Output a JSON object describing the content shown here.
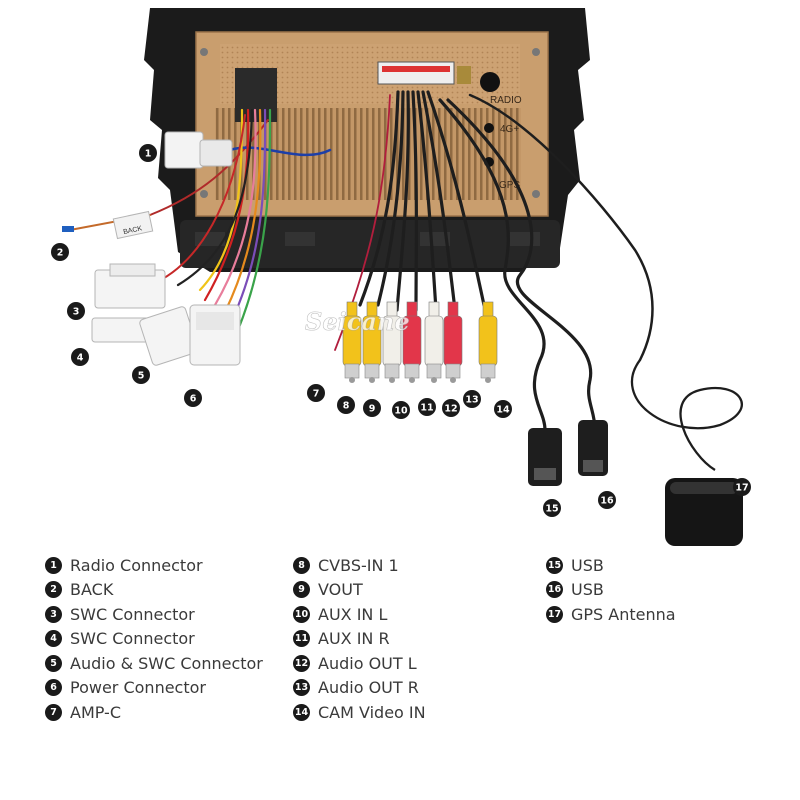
{
  "watermark": "Seicane",
  "unit_labels": {
    "radio": "RADIO",
    "fourg": "4G+",
    "gps": "GPS",
    "back_tag": "BACK"
  },
  "callouts": [
    {
      "num": "1",
      "label": "Radio Connector"
    },
    {
      "num": "2",
      "label": "BACK"
    },
    {
      "num": "3",
      "label": "SWC Connector"
    },
    {
      "num": "4",
      "label": "SWC Connector"
    },
    {
      "num": "5",
      "label": "Audio & SWC Connector"
    },
    {
      "num": "6",
      "label": "Power Connector"
    },
    {
      "num": "7",
      "label": "AMP-C"
    },
    {
      "num": "8",
      "label": "CVBS-IN 1"
    },
    {
      "num": "9",
      "label": "VOUT"
    },
    {
      "num": "10",
      "label": "AUX IN L"
    },
    {
      "num": "11",
      "label": "AUX IN R"
    },
    {
      "num": "12",
      "label": "Audio OUT L"
    },
    {
      "num": "13",
      "label": "Audio OUT R"
    },
    {
      "num": "14",
      "label": "CAM Video IN"
    },
    {
      "num": "15",
      "label": "USB"
    },
    {
      "num": "16",
      "label": "USB"
    },
    {
      "num": "17",
      "label": "GPS Antenna"
    }
  ],
  "colors": {
    "frame": "#1b1b1b",
    "metal": "#c99e6e",
    "rca_yellow": "#f2c21b",
    "rca_white": "#f1efe9",
    "rca_red": "#e2364a",
    "cable": "#1e1e1e",
    "badge": "#1a1a1a"
  }
}
